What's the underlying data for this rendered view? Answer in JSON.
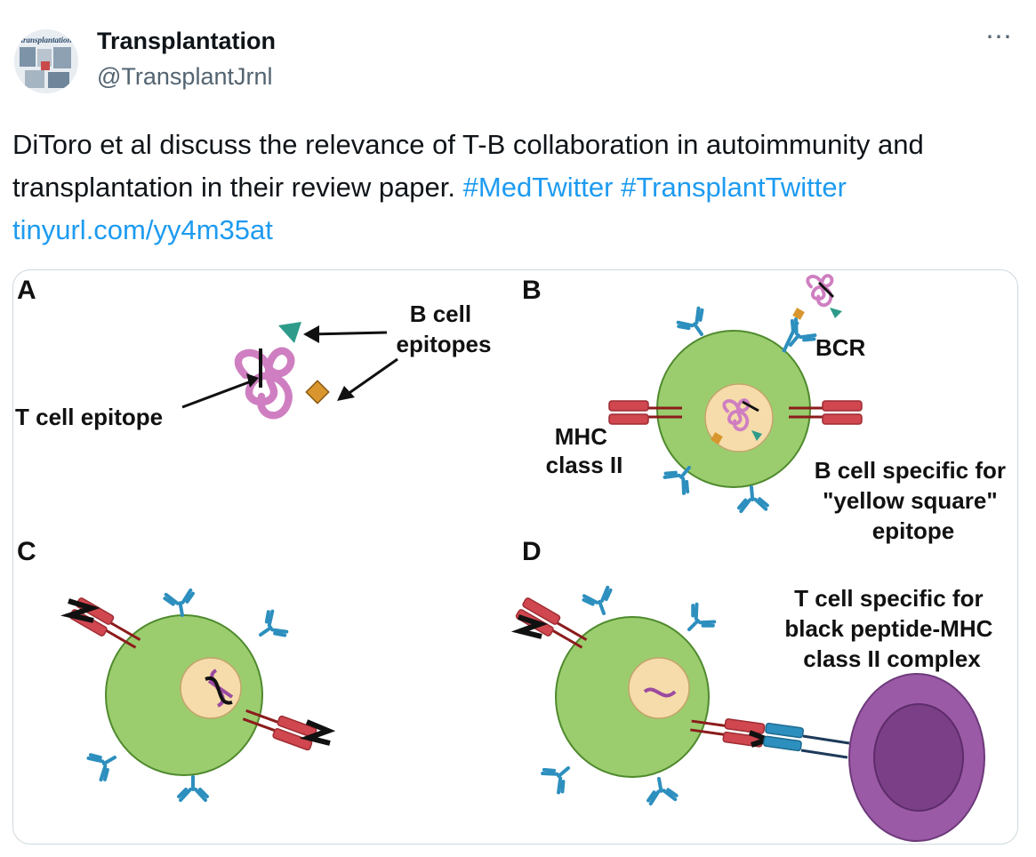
{
  "account": {
    "name": "Transplantation",
    "handle": "@TransplantJrnl",
    "avatar_text": "transplantation"
  },
  "more_icon": "⋯",
  "tweet": {
    "text_plain": "DiToro et al discuss the relevance of T-B collaboration in autoimmunity and transplantation in their review paper.",
    "hashtag_1": "#MedTwitter",
    "hashtag_2": "#TransplantTwitter",
    "link": "tinyurl.com/yy4m35at"
  },
  "figure": {
    "panel_a": {
      "letter": "A",
      "b_cell_epitopes": [
        "B cell",
        "epitopes"
      ],
      "t_cell_epitope": "T cell epitope"
    },
    "panel_b": {
      "letter": "B",
      "bcr": "BCR",
      "mhc": [
        "MHC",
        "class II"
      ],
      "b_cell_specific": [
        "B cell specific for",
        "\"yellow square\"",
        "epitope"
      ]
    },
    "panel_c": {
      "letter": "C"
    },
    "panel_d": {
      "letter": "D",
      "t_cell_specific": [
        "T cell  specific for",
        "black peptide-MHC",
        "class II complex"
      ]
    },
    "colors": {
      "cell_green": "#9bcd6f",
      "nucleus": "#f5dcaa",
      "mhc_red": "#d0474f",
      "antibody_blue": "#2d8fbe",
      "protein_pink": "#cf7fc1",
      "epitope_teal": "#2e9b8a",
      "epitope_yellow": "#d9962e",
      "tcell_purple": "#9b5aa6"
    }
  }
}
